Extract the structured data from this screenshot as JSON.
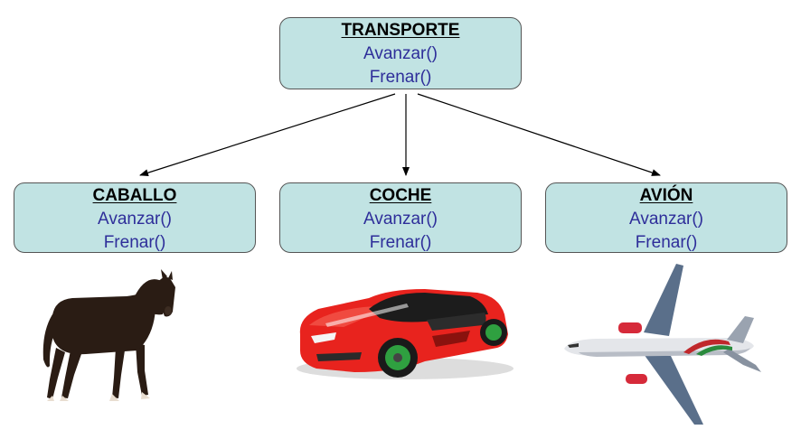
{
  "root": {
    "title": "TRANSPORTE",
    "methods": [
      "Avanzar()",
      "Frenar()"
    ]
  },
  "children": [
    {
      "title": "CABALLO",
      "methods": [
        "Avanzar()",
        "Frenar()"
      ],
      "picture": "horse-image"
    },
    {
      "title": "COCHE",
      "methods": [
        "Avanzar()",
        "Frenar()"
      ],
      "picture": "car-image"
    },
    {
      "title": "AVIÓN",
      "methods": [
        "Avanzar()",
        "Frenar()"
      ],
      "picture": "airplane-image"
    }
  ],
  "colors": {
    "box_fill": "#c1e3e3",
    "box_border": "#555555",
    "method_text": "#2e2e9a",
    "title_text": "#000000",
    "arrow": "#000000"
  }
}
